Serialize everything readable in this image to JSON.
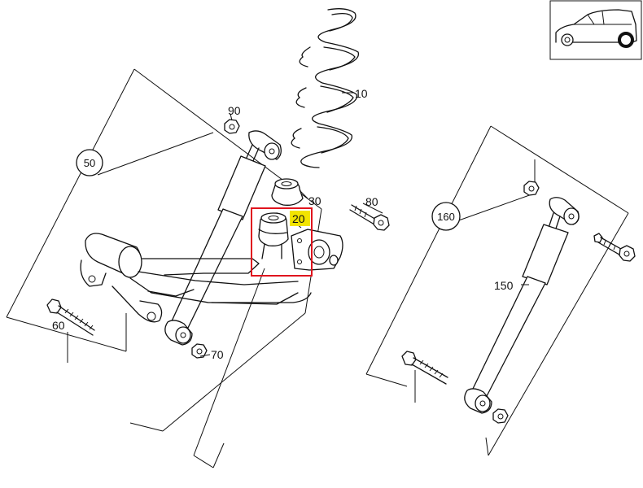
{
  "labels": {
    "p10": "10",
    "p20": "20",
    "p30": "30",
    "p50": "50",
    "p60": "60",
    "p70": "70",
    "p80": "80",
    "p90": "90",
    "p150": "150",
    "p160": "160"
  },
  "colors": {
    "highlight_box": "#e0141e",
    "highlight_label_bg": "#f2e400",
    "line": "#111111"
  },
  "icons": {
    "vehicle_locator": "hatchback-rear-wheel-icon"
  }
}
